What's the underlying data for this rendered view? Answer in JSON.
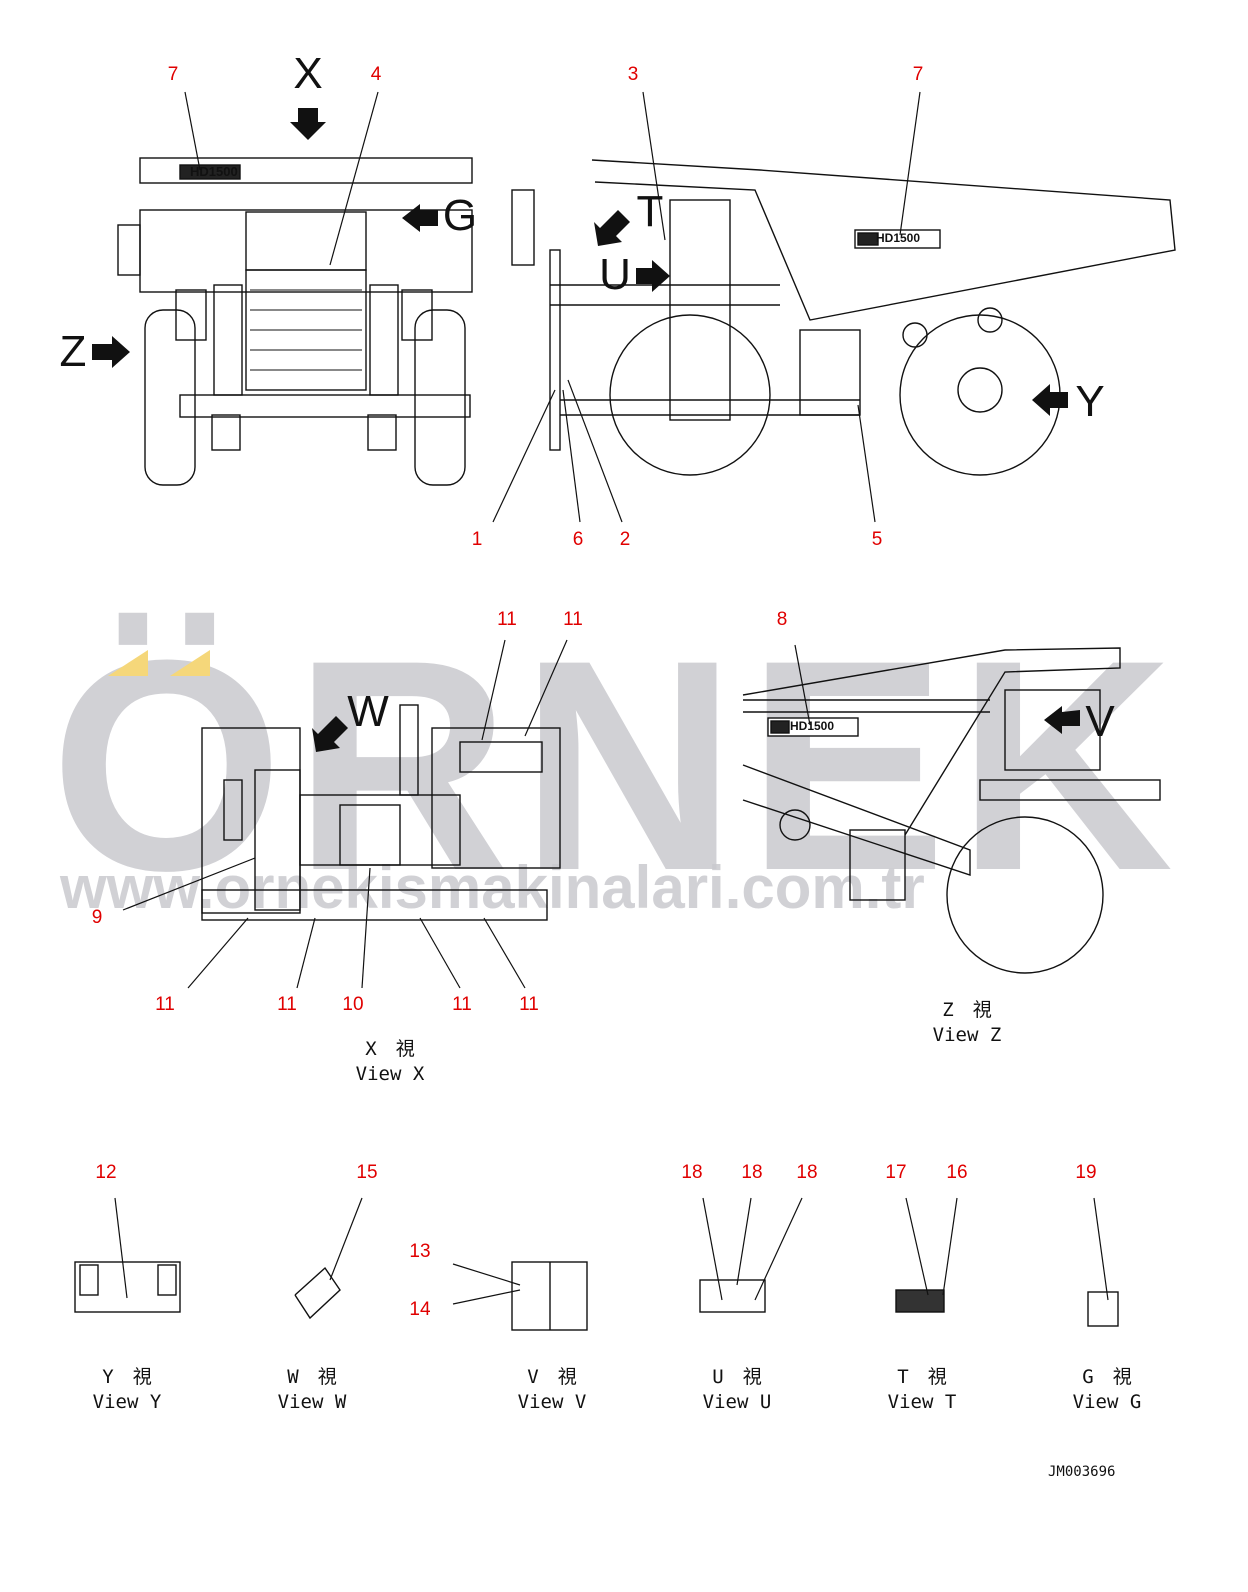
{
  "watermark": {
    "brand": "ÖRNEK",
    "url": "www.ornekismakinalari.com.tr",
    "accent_color": "#f5d77a"
  },
  "direction_letters": [
    "X",
    "G",
    "T",
    "U",
    "Z",
    "Y",
    "W",
    "V"
  ],
  "callouts": {
    "top_left": [
      "7",
      "4"
    ],
    "top_right": [
      "3",
      "7",
      "1",
      "6",
      "2",
      "5"
    ],
    "view_x": [
      "11",
      "11",
      "9",
      "11",
      "11",
      "10",
      "11",
      "11"
    ],
    "view_z": [
      "8"
    ],
    "bottom": [
      "12",
      "15",
      "13",
      "14",
      "18",
      "18",
      "18",
      "17",
      "16",
      "19"
    ]
  },
  "views": {
    "x": {
      "jp": "X　視",
      "en": "View X"
    },
    "z": {
      "jp": "Z　視",
      "en": "View Z"
    },
    "y": {
      "jp": "Y　視",
      "en": "View Y"
    },
    "w": {
      "jp": "W　視",
      "en": "View W"
    },
    "v": {
      "jp": "V　視",
      "en": "View V"
    },
    "u": {
      "jp": "U　視",
      "en": "View U"
    },
    "t": {
      "jp": "T　視",
      "en": "View T"
    },
    "g": {
      "jp": "G　視",
      "en": "View G"
    }
  },
  "model_badge": "HD1500",
  "drawing_code": "JM003696",
  "label_color": "#e00000"
}
